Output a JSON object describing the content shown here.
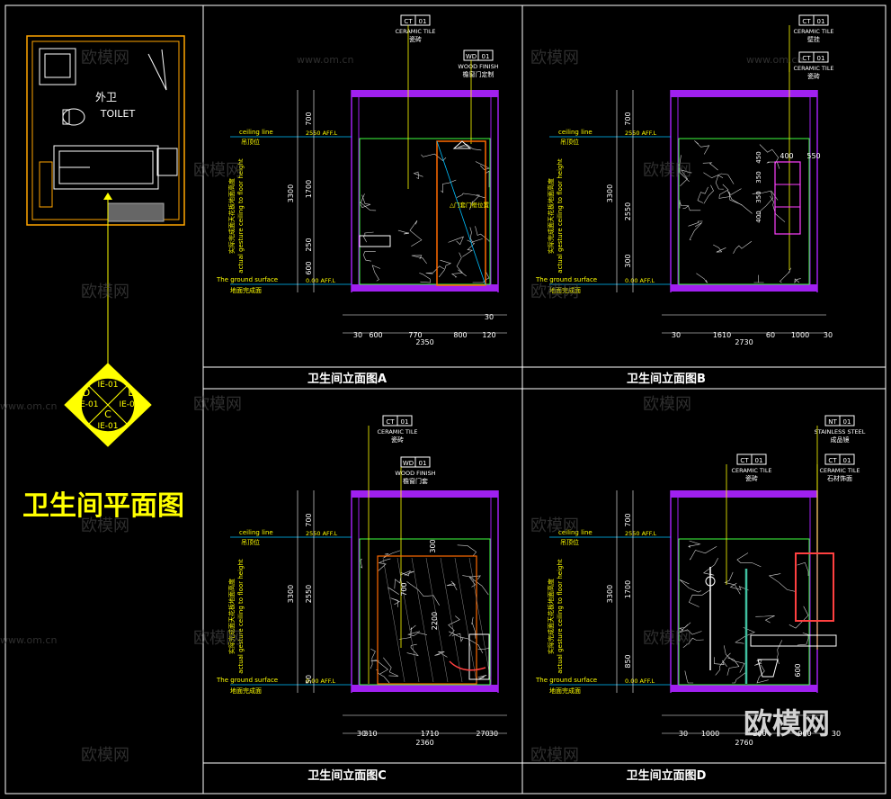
{
  "plan": {
    "room_cn": "外卫",
    "room_en": "TOILET",
    "title": "卫生间平面图",
    "symbol": {
      "top": "A",
      "left": "D",
      "right": "B",
      "bottom": "C",
      "code": "IE-01"
    }
  },
  "panels": {
    "a": {
      "title": "卫生间立面图A",
      "tag1": {
        "code": "CT",
        "num": "01",
        "en": "CERAMIC TILE",
        "cn": "瓷砖"
      },
      "tag2": {
        "code": "WD",
        "num": "01",
        "en": "WOOD FINISH",
        "cn": "檐窗门定制"
      },
      "ceiling_en": "ceiling line",
      "ceiling_cn": "吊顶位",
      "ceiling_aff": "2550 AFF.L",
      "ground_en": "The ground surface",
      "ground_cn": "地面完成面",
      "ground_aff": "0.00 AFF.L",
      "vert_note_cn": "实际完成面天花板地面高度",
      "vert_note_en": "actual gesture ceiling to floor height",
      "dims_v": [
        "700",
        "1700",
        "250",
        "600"
      ],
      "dim_total_v": "3300",
      "dims_h": [
        "30",
        "600",
        "770",
        "800",
        "30",
        "120"
      ],
      "dim_total_h": "2350",
      "door_note": "△门套门框位置"
    },
    "b": {
      "title": "卫生间立面图B",
      "tag1": {
        "code": "CT",
        "num": "01",
        "en": "CERAMIC TILE",
        "cn": "壁挂"
      },
      "tag2": {
        "code": "CT",
        "num": "01",
        "en": "CERAMIC TILE",
        "cn": "瓷砖"
      },
      "ceiling_en": "ceiling line",
      "ceiling_cn": "吊顶位",
      "ceiling_aff": "2550 AFF.L",
      "ground_en": "The ground surface",
      "ground_cn": "地面完成面",
      "ground_aff": "0.00 AFF.L",
      "vert_note_cn": "实际完成面天花板地面高度",
      "vert_note_en": "actual gesture ceiling to floor height",
      "dims_v": [
        "700",
        "2550",
        "300"
      ],
      "dim_total_v": "3300",
      "shelf_dims": [
        "450",
        "350",
        "350",
        "400"
      ],
      "shelf_h": [
        "400",
        "550"
      ],
      "dims_h": [
        "30",
        "1610",
        "60",
        "1000",
        "30"
      ],
      "dim_total_h": "2730"
    },
    "c": {
      "title": "卫生间立面图C",
      "tag1": {
        "code": "CT",
        "num": "01",
        "en": "CERAMIC TILE",
        "cn": "瓷砖"
      },
      "tag2": {
        "code": "WD",
        "num": "01",
        "en": "WOOD FINISH",
        "cn": "檐窗门套"
      },
      "ceiling_en": "ceiling line",
      "ceiling_cn": "吊顶位",
      "ceiling_aff": "2550 AFF.L",
      "ground_en": "The ground surface",
      "ground_cn": "地面完成面",
      "ground_aff": "0.00 AFF.L",
      "vert_note_cn": "实际完成面天花板地面高度",
      "vert_note_en": "actual gesture ceiling to floor height",
      "dims_v": [
        "700",
        "2550",
        "50"
      ],
      "dim_total_v": "3300",
      "inner_dims": [
        "300",
        "700",
        "2200"
      ],
      "dims_h": [
        "30",
        "310",
        "1710",
        "270",
        "30"
      ],
      "dim_total_h": "2360"
    },
    "d": {
      "title": "卫生间立面图D",
      "tag1": {
        "code": "NT",
        "num": "01",
        "en": "STAINLESS STEEL",
        "cn": "成品镜"
      },
      "tag2": {
        "code": "CT",
        "num": "01",
        "en": "CERAMIC TILE",
        "cn": "瓷砖"
      },
      "tag3": {
        "code": "CT",
        "num": "01",
        "en": "CERAMIC TILE",
        "cn": "石材饰面"
      },
      "ceiling_en": "ceiling line",
      "ceiling_cn": "吊顶位",
      "ceiling_aff": "2550 AFF.L",
      "ground_en": "The ground surface",
      "ground_cn": "地面完成面",
      "ground_aff": "0.00 AFF.L",
      "vert_note_cn": "实际完成面天花板地面高度",
      "vert_note_en": "actual gesture ceiling to floor height",
      "dims_v": [
        "700",
        "1700",
        "850"
      ],
      "dim_total_v": "3300",
      "inner_dims": [
        "600"
      ],
      "dims_h": [
        "30",
        "1000",
        "200",
        "900",
        "30"
      ],
      "dim_total_h": "2760"
    }
  },
  "watermark": {
    "cn": "欧模网",
    "url": "www.om.cn",
    "big": "欧模网"
  },
  "colors": {
    "frame": "#ffffff",
    "ceiling": "#a020f0",
    "wall": "#a020f0",
    "tile": "#40ff40",
    "dim": "#ffff00",
    "accent": "#ff4040",
    "cyan": "#00bfff"
  }
}
